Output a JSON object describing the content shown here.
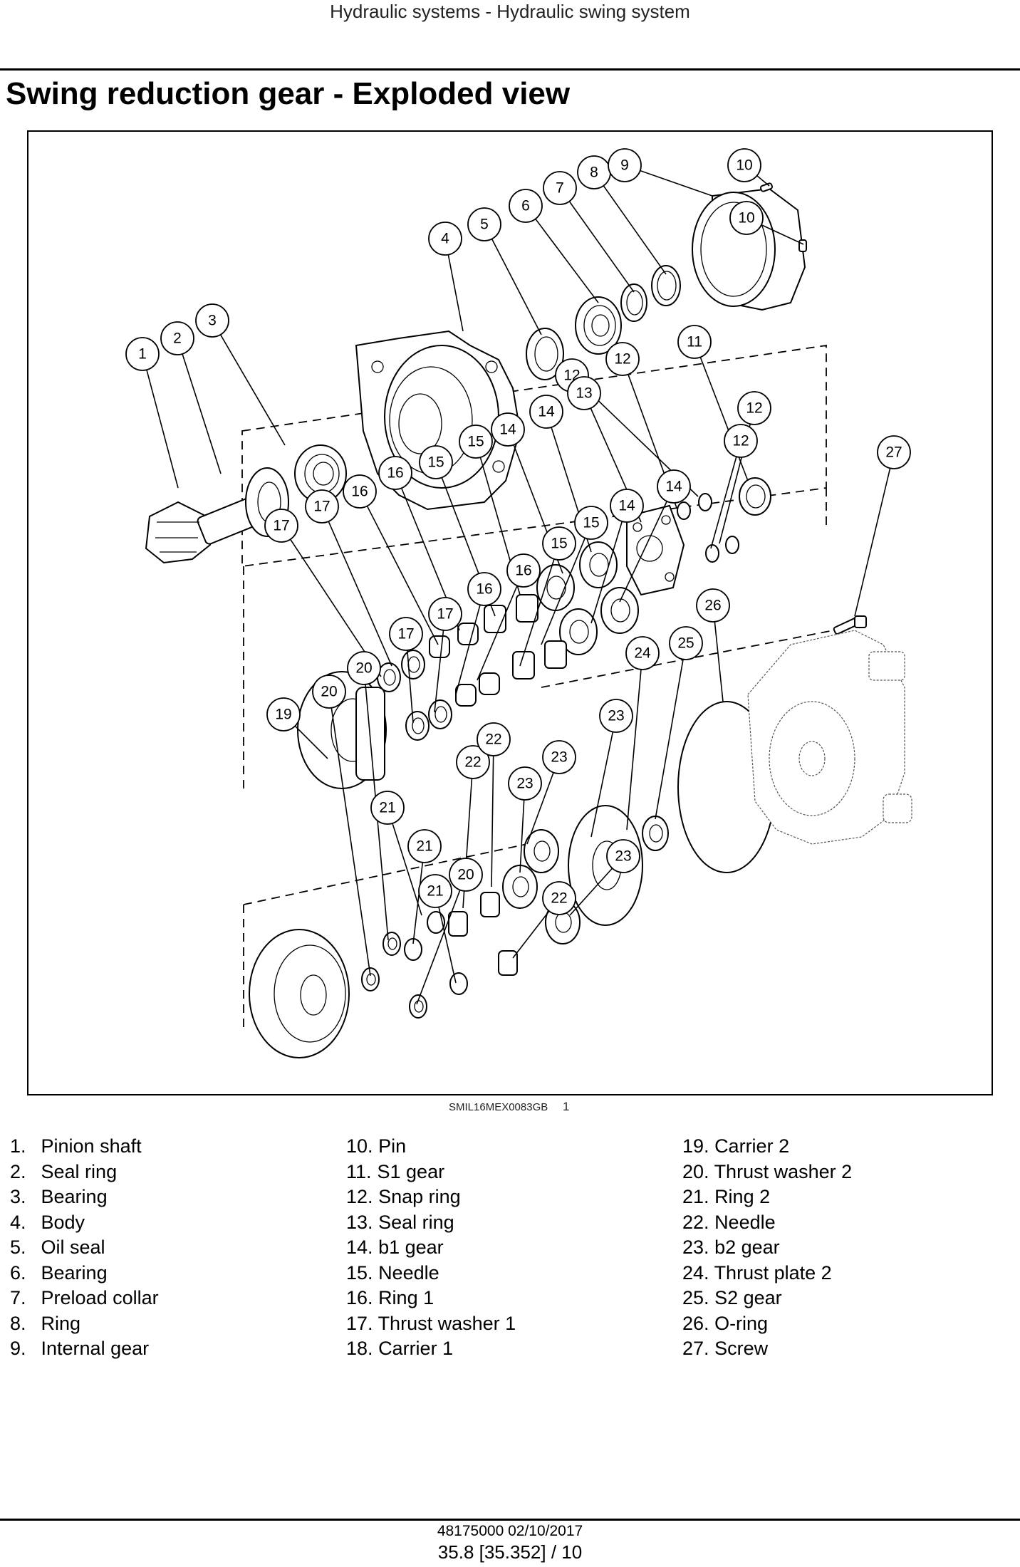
{
  "header": {
    "section_title": "Hydraulic systems - Hydraulic swing system"
  },
  "page_title": "Swing reduction gear - Exploded view",
  "figure": {
    "reference_code": "SMIL16MEX0083GB",
    "figure_number": "1",
    "callouts": [
      "1",
      "2",
      "3",
      "4",
      "5",
      "6",
      "7",
      "8",
      "9",
      "10",
      "10",
      "11",
      "12",
      "12",
      "12",
      "12",
      "13",
      "14",
      "14",
      "14",
      "14",
      "15",
      "15",
      "15",
      "15",
      "16",
      "16",
      "16",
      "16",
      "17",
      "17",
      "17",
      "17",
      "19",
      "20",
      "20",
      "20",
      "21",
      "21",
      "21",
      "22",
      "22",
      "22",
      "23",
      "23",
      "23",
      "23",
      "24",
      "25",
      "26",
      "27"
    ]
  },
  "legend": {
    "column_1": [
      {
        "num": "1.",
        "name": "Pinion shaft"
      },
      {
        "num": "2.",
        "name": "Seal ring"
      },
      {
        "num": "3.",
        "name": "Bearing"
      },
      {
        "num": "4.",
        "name": "Body"
      },
      {
        "num": "5.",
        "name": "Oil seal"
      },
      {
        "num": "6.",
        "name": "Bearing"
      },
      {
        "num": "7.",
        "name": "Preload collar"
      },
      {
        "num": "8.",
        "name": "Ring"
      },
      {
        "num": "9.",
        "name": "Internal gear"
      }
    ],
    "column_2": [
      {
        "num": "10.",
        "name": "Pin"
      },
      {
        "num": "11.",
        "name": "S1 gear"
      },
      {
        "num": "12.",
        "name": "Snap ring"
      },
      {
        "num": "13.",
        "name": "Seal ring"
      },
      {
        "num": "14.",
        "name": "b1 gear"
      },
      {
        "num": "15.",
        "name": "Needle"
      },
      {
        "num": "16.",
        "name": "Ring 1"
      },
      {
        "num": "17.",
        "name": "Thrust washer 1"
      },
      {
        "num": "18.",
        "name": "Carrier 1"
      }
    ],
    "column_3": [
      {
        "num": "19.",
        "name": "Carrier 2"
      },
      {
        "num": "20.",
        "name": "Thrust washer 2"
      },
      {
        "num": "21.",
        "name": "Ring 2"
      },
      {
        "num": "22.",
        "name": "Needle"
      },
      {
        "num": "23.",
        "name": "b2 gear"
      },
      {
        "num": "24.",
        "name": "Thrust plate 2"
      },
      {
        "num": "25.",
        "name": "S2 gear"
      },
      {
        "num": "26.",
        "name": "O-ring"
      },
      {
        "num": "27.",
        "name": "Screw"
      }
    ]
  },
  "footer": {
    "document_id": "48175000 02/10/2017",
    "page_ref": "35.8 [35.352] / 10"
  }
}
